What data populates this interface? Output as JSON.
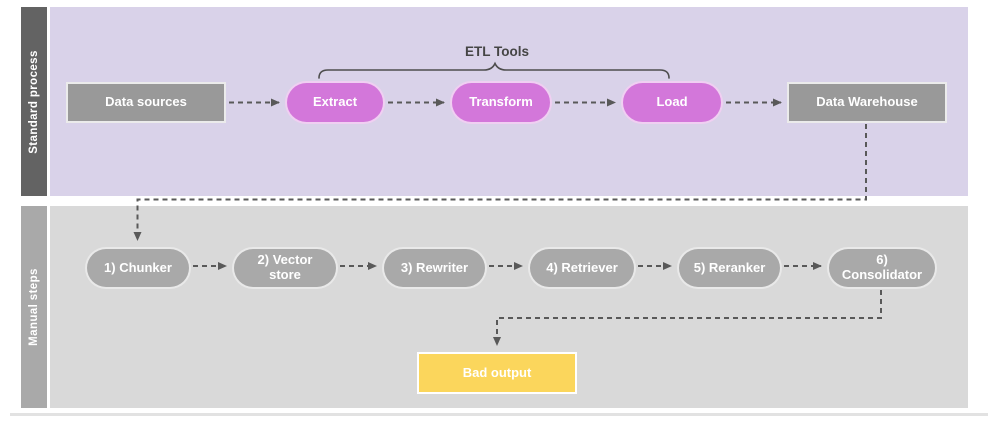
{
  "colors": {
    "lane_standard_bar": "#636363",
    "lane_standard_bg": "#d9d2e9",
    "lane_manual_bar": "#a9a9a9",
    "lane_manual_bg": "#d9d9d9",
    "etl_pill_pink": "#d377da",
    "gray_node": "#999999",
    "gray_pill": "#a9a9a9",
    "bad_output_yellow": "#fbd65c",
    "connector_gray": "#595959"
  },
  "lanes": [
    {
      "label": "Standard process"
    },
    {
      "label": "Manual steps"
    }
  ],
  "standard_process": {
    "brace_label": "ETL Tools",
    "nodes": [
      {
        "label": "Data sources"
      },
      {
        "label": "Extract"
      },
      {
        "label": "Transform"
      },
      {
        "label": "Load"
      },
      {
        "label": "Data Warehouse"
      }
    ]
  },
  "manual_steps": {
    "nodes": [
      {
        "label": "1) Chunker"
      },
      {
        "label": "2) Vector store"
      },
      {
        "label": "3) Rewriter"
      },
      {
        "label": "4) Retriever"
      },
      {
        "label": "5) Reranker"
      },
      {
        "label": "6) Consolidator"
      }
    ],
    "output": {
      "label": "Bad output"
    }
  }
}
